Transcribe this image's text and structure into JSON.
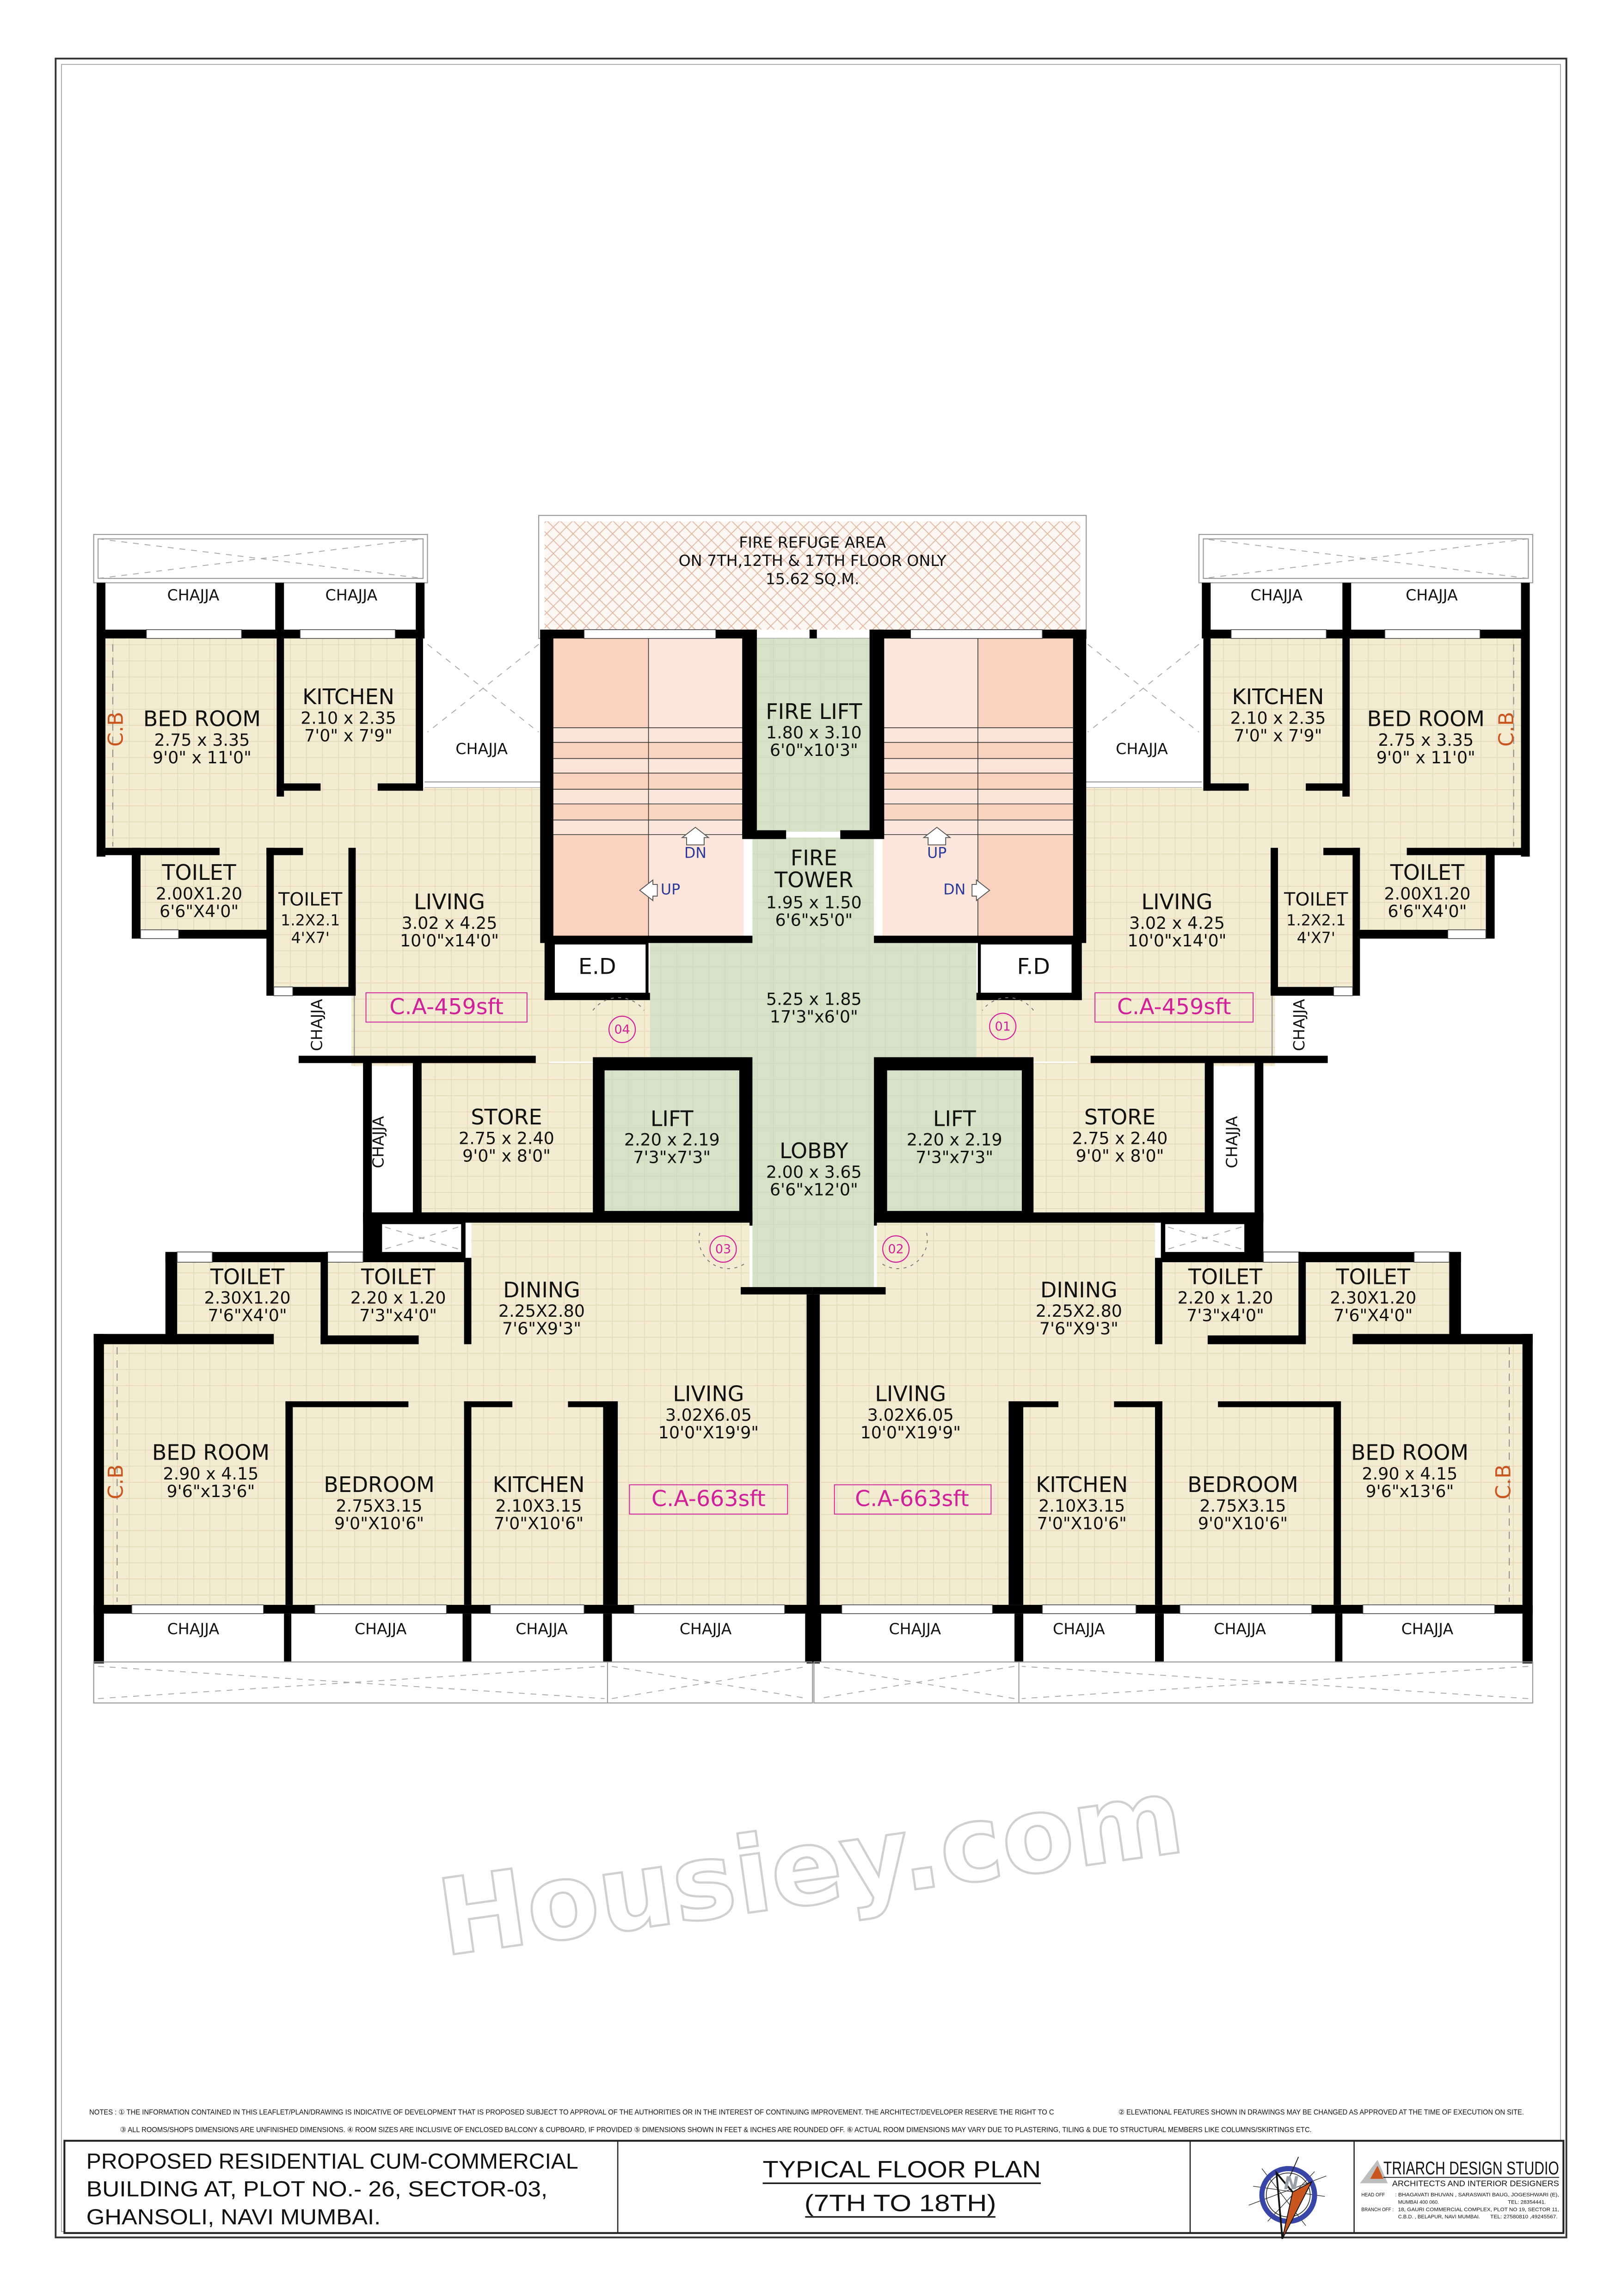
{
  "colors": {
    "floor": "#f4ecd2",
    "stair_dark": "#f8d2be",
    "stair_light": "#fde7dd",
    "core_green": "#d5e2c7",
    "carpet_area": "#d0209a",
    "cupboard": "#c8561e",
    "stair_arrow": "#2b3a9a",
    "compass_ring": "#3a45a8",
    "compass_needle": "#c8561e"
  },
  "refuge_area": {
    "line1": "FIRE REFUGE AREA",
    "line2": "ON 7TH,12TH & 17TH FLOOR ONLY",
    "line3": "15.62 SQ.M."
  },
  "rooms": [
    {
      "name": "BED ROOM",
      "metric": "2.75 x 3.35",
      "imperial": "9'0\" x 11'0\""
    },
    {
      "name": "KITCHEN",
      "metric": "2.10 x 2.35",
      "imperial": "7'0\" x 7'9\""
    },
    {
      "name": "TOILET",
      "metric": "2.00X1.20",
      "imperial": "6'6\"X4'0\""
    },
    {
      "name": "TOILET",
      "metric": "1.2X2.1",
      "imperial": "4'X7'"
    },
    {
      "name": "LIVING",
      "metric": "3.02 x 4.25",
      "imperial": "10'0\"x14'0\""
    },
    {
      "name": "STORE",
      "metric": "2.75 x 2.40",
      "imperial": "9'0\" x 8'0\""
    },
    {
      "name": "KITCHEN",
      "metric": "2.10 x 2.35",
      "imperial": "7'0\" x 7'9\""
    },
    {
      "name": "BED ROOM",
      "metric": "2.75 x 3.35",
      "imperial": "9'0\" x 11'0\""
    },
    {
      "name": "TOILET",
      "metric": "2.00X1.20",
      "imperial": "6'6\"X4'0\""
    },
    {
      "name": "TOILET",
      "metric": "1.2X2.1",
      "imperial": "4'X7'"
    },
    {
      "name": "LIVING",
      "metric": "3.02 x 4.25",
      "imperial": "10'0\"x14'0\""
    },
    {
      "name": "STORE",
      "metric": "2.75 x 2.40",
      "imperial": "9'0\" x 8'0\""
    },
    {
      "name": "FIRE LIFT",
      "metric": "1.80 x 3.10",
      "imperial": "6'0\"x10'3\""
    },
    {
      "name": "FIRE",
      "name_line2": "TOWER",
      "metric": "1.95 x 1.50",
      "imperial": "6'6\"x5'0\""
    },
    {
      "name": "",
      "metric": "5.25 x 1.85",
      "imperial": "17'3\"x6'0\""
    },
    {
      "name": "LIFT",
      "metric": "2.20 x 2.19",
      "imperial": "7'3\"x7'3\""
    },
    {
      "name": "LIFT",
      "metric": "2.20 x 2.19",
      "imperial": "7'3\"x7'3\""
    },
    {
      "name": "LOBBY",
      "metric": "2.00 x 3.65",
      "imperial": "6'6\"x12'0\""
    },
    {
      "name": "TOILET",
      "metric": "2.30X1.20",
      "imperial": "7'6\"X4'0\""
    },
    {
      "name": "TOILET",
      "metric": "2.20 x 1.20",
      "imperial": "7'3\"x4'0\""
    },
    {
      "name": "DINING",
      "metric": "2.25X2.80",
      "imperial": "7'6\"X9'3\""
    },
    {
      "name": "LIVING",
      "metric": "3.02X6.05",
      "imperial": "10'0\"X19'9\""
    },
    {
      "name": "BED ROOM",
      "metric": "2.90 x 4.15",
      "imperial": "9'6\"x13'6\""
    },
    {
      "name": "BEDROOM",
      "metric": "2.75X3.15",
      "imperial": "9'0\"X10'6\""
    },
    {
      "name": "KITCHEN",
      "metric": "2.10X3.15",
      "imperial": "7'0\"X10'6\""
    },
    {
      "name": "LIVING",
      "metric": "3.02X6.05",
      "imperial": "10'0\"X19'9\""
    },
    {
      "name": "DINING",
      "metric": "2.25X2.80",
      "imperial": "7'6\"X9'3\""
    },
    {
      "name": "TOILET",
      "metric": "2.20 x 1.20",
      "imperial": "7'3\"x4'0\""
    },
    {
      "name": "TOILET",
      "metric": "2.30X1.20",
      "imperial": "7'6\"X4'0\""
    },
    {
      "name": "KITCHEN",
      "metric": "2.10X3.15",
      "imperial": "7'0\"X10'6\""
    },
    {
      "name": "BEDROOM",
      "metric": "2.75X3.15",
      "imperial": "9'0\"X10'6\""
    },
    {
      "name": "BED ROOM",
      "metric": "2.90 x 4.15",
      "imperial": "9'6\"x13'6\""
    }
  ],
  "chajja_labels": [
    "CHAJJA",
    "CHAJJA",
    "CHAJJA",
    "CHAJJA",
    "CHAJJA",
    "CHAJJA",
    "CHAJJA",
    "CHAJJA",
    "CHAJJA",
    "CHAJJA",
    "CHAJJA",
    "CHAJJA",
    "CHAJJA",
    "CHAJJA",
    "CHAJJA",
    "CHAJJA",
    "CHAJJA",
    "CHAJJA"
  ],
  "cupboard_labels": [
    "C.B",
    "C.B",
    "C.B",
    "C.B"
  ],
  "ducts": {
    "electrical": "E.D",
    "fire": "F.D"
  },
  "stair_labels": [
    "DN",
    "UP",
    "UP",
    "DN"
  ],
  "units": [
    {
      "number": "04",
      "carpet_area": "C.A-459sft"
    },
    {
      "number": "01",
      "carpet_area": "C.A-459sft"
    },
    {
      "number": "03",
      "carpet_area": "C.A-663sft"
    },
    {
      "number": "02",
      "carpet_area": "C.A-663sft"
    }
  ],
  "watermark": "Housiey.com",
  "notes": {
    "line1a": "NOTES : ① THE INFORMATION CONTAINED IN THIS LEAFLET/PLAN/DRAWING IS INDICATIVE OF DEVELOPMENT THAT IS PROPOSED SUBJECT TO APPROVAL OF THE AUTHORITIES OR IN THE INTEREST OF CONTINUING IMPROVEMENT. THE ARCHITECT/DEVELOPER RESERVE THE RIGHT TO C",
    "line1b": "② ELEVATIONAL FEATURES SHOWN IN DRAWINGS MAY BE CHANGED AS APPROVED AT THE TIME OF EXECUTION ON SITE.",
    "line2": "③ ALL ROOMS/SHOPS DIMENSIONS ARE UNFINISHED DIMENSIONS. ④ ROOM SIZES ARE INCLUSIVE OF ENCLOSED BALCONY & CUPBOARD, IF PROVIDED ⑤ DIMENSIONS SHOWN IN FEET & INCHES ARE ROUNDED OFF. ⑥ ACTUAL ROOM DIMENSIONS MAY VARY DUE TO PLASTERING, TILING & DUE TO STRUCTURAL MEMBERS LIKE COLUMNS/SKIRTINGS ETC."
  },
  "title_block": {
    "project_line1": "PROPOSED RESIDENTIAL CUM-COMMERCIAL",
    "project_line2": "BUILDING AT, PLOT NO.- 26, SECTOR-03,",
    "project_line3": "GHANSOLI, NAVI MUMBAI.",
    "drawing_title": "TYPICAL FLOOR PLAN",
    "drawing_subtitle": "(7TH TO 18TH)",
    "north_symbol": "N",
    "compass_icon": "north-arrow-icon"
  },
  "architect": {
    "name": "TRIARCH DESIGN STUDIO",
    "tagline": "ARCHITECTS AND INTERIOR DESIGNERS",
    "head_office_label": "HEAD OFF",
    "head_office_line1": ": BHAGAVATI  BHUVAN , SARASWATI  BAUG, JOGESHWARI  (E),",
    "head_office_line2": "MUMBAI 400 060.",
    "head_office_tel": "TEL: 28354441.",
    "branch_office_label": "BRANCH OFF :",
    "branch_office_line1": "18, GAURI  COMMERCIAL  COMPLEX,  PLOT NO 19, SECTOR 11,",
    "branch_office_line2": "C.B.D. , BELAPUR,  NAVI MUMBAI.",
    "branch_office_tel": "TEL: 27580810 ,49245567."
  }
}
